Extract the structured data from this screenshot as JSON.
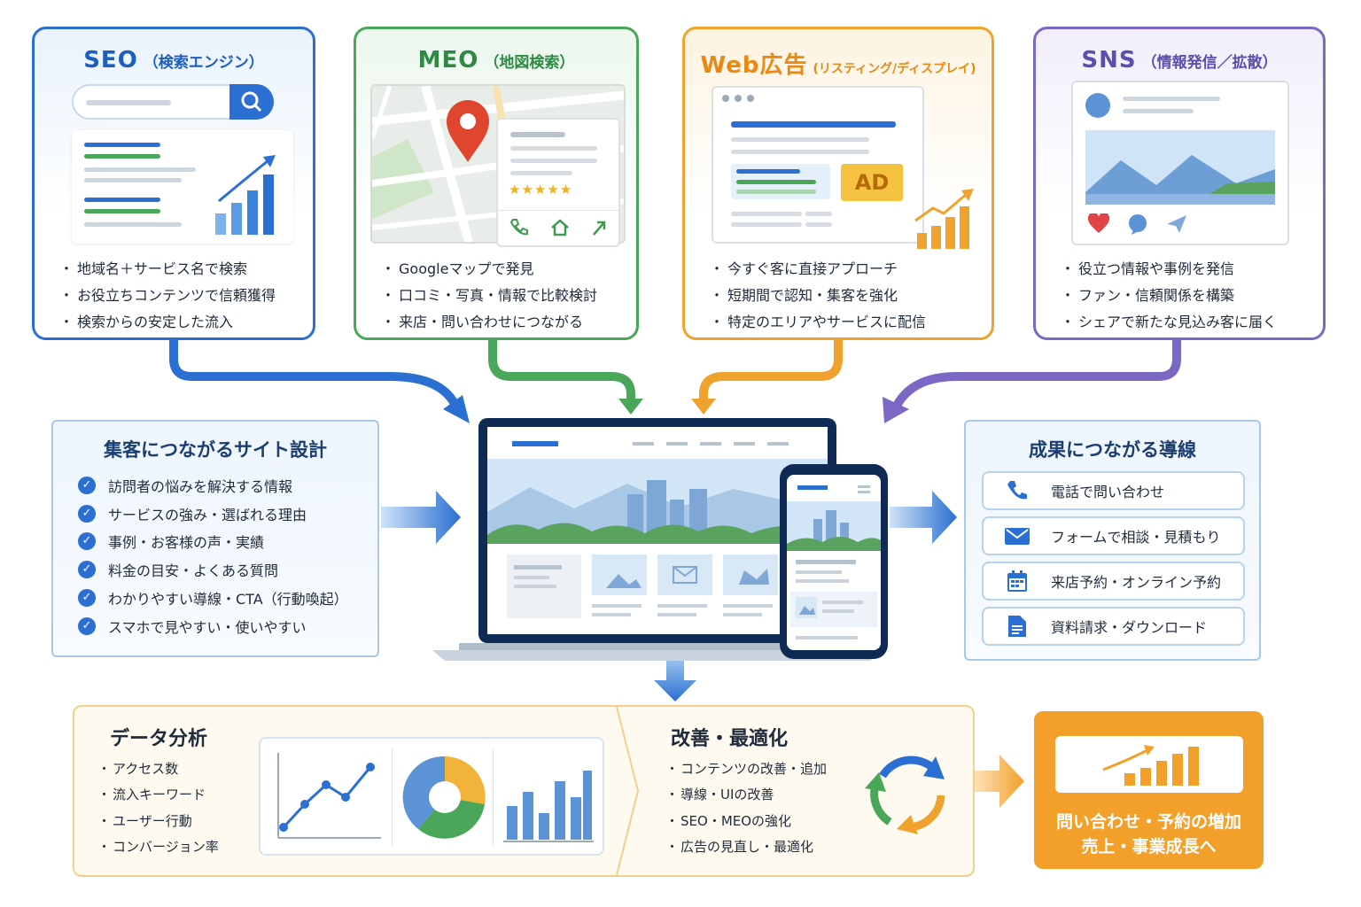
{
  "cards": {
    "seo": {
      "title": "SEO",
      "subtitle": "（検索エンジン）",
      "bullets": [
        "地域名＋サービス名で検索",
        "お役立ちコンテンツで信頼獲得",
        "検索からの安定した流入"
      ]
    },
    "meo": {
      "title": "MEO",
      "subtitle": "（地図検索）",
      "stars": "★★★★★",
      "bullets": [
        "Googleマップで発見",
        "口コミ・写真・情報で比較検討",
        "来店・問い合わせにつながる"
      ]
    },
    "web": {
      "title": "Web広告",
      "subtitle": "(リスティング/ディスプレイ)",
      "ad_label": "AD",
      "bullets": [
        "今すぐ客に直接アプローチ",
        "短期間で認知・集客を強化",
        "特定のエリアやサービスに配信"
      ]
    },
    "sns": {
      "title": "SNS",
      "subtitle": "（情報発信／拡散）",
      "bullets": [
        "役立つ情報や事例を発信",
        "ファン・信頼関係を構築",
        "シェアで新たな見込み客に届く"
      ]
    }
  },
  "design": {
    "title": "集客につながるサイト設計",
    "items": [
      "訪問者の悩みを解決する情報",
      "サービスの強み・選ばれる理由",
      "事例・お客様の声・実績",
      "料金の目安・よくある質問",
      "わかりやすい導線・CTA（行動喚起）",
      "スマホで見やすい・使いやすい"
    ]
  },
  "results": {
    "title": "成果につながる導線",
    "items": [
      {
        "icon": "phone-icon",
        "label": "電話で問い合わせ"
      },
      {
        "icon": "mail-icon",
        "label": "フォームで相談・見積もり"
      },
      {
        "icon": "calendar-icon",
        "label": "来店予約・オンライン予約"
      },
      {
        "icon": "document-icon",
        "label": "資料請求・ダウンロード"
      }
    ]
  },
  "analysis": {
    "title": "データ分析",
    "items": [
      "アクセス数",
      "流入キーワード",
      "ユーザー行動",
      "コンバージョン率"
    ]
  },
  "improve": {
    "title": "改善・最適化",
    "items": [
      "コンテンツの改善・追加",
      "導線・UIの改善",
      "SEO・MEOの強化",
      "広告の見直し・最適化"
    ]
  },
  "goal": {
    "line1": "問い合わせ・予約の増加",
    "line2": "売上・事業成長へ"
  },
  "colors": {
    "seo": "#2a6fd1",
    "meo": "#4aa75a",
    "web": "#f0a22e",
    "sns": "#7a68c4",
    "accent_blue": "#2a6fd1",
    "goal_orange": "#f2a02a"
  }
}
